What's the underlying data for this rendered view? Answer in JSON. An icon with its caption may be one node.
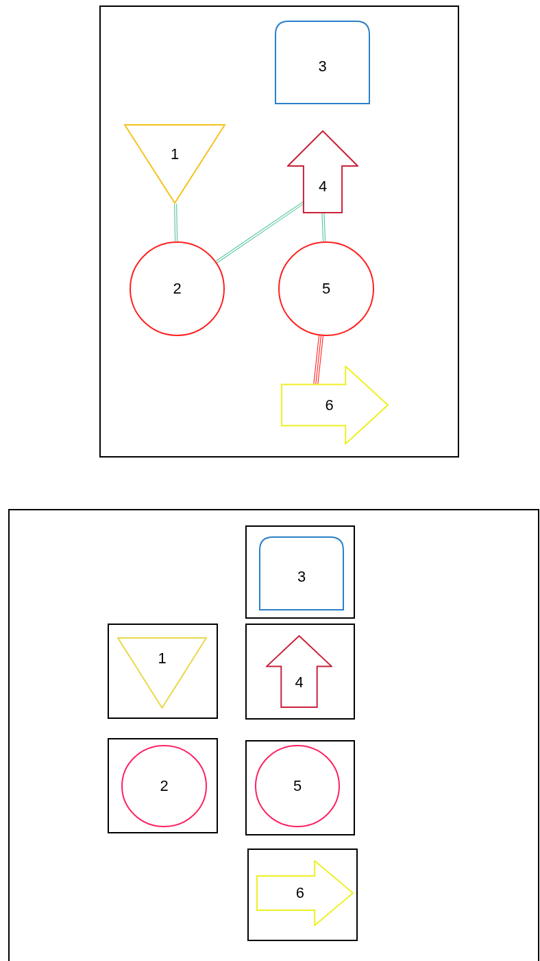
{
  "diagram": {
    "nodes": [
      {
        "text": [
          "3"
        ]
      },
      {
        "text": [
          "1"
        ]
      },
      {
        "text": [
          "4"
        ]
      },
      {
        "text": [
          "2"
        ]
      },
      {
        "text": [
          "5"
        ]
      },
      {
        "text": [
          "6"
        ]
      },
      {
        "text": [],
        "shape": "box"
      },
      {
        "text": [
          "3"
        ],
        "in": 6
      },
      {
        "text": [],
        "shape": "box"
      },
      {
        "text": [
          "1"
        ],
        "in": 8
      },
      {
        "text": [],
        "shape": "box"
      },
      {
        "text": [
          "4"
        ],
        "in": 10
      },
      {
        "text": [],
        "shape": "box"
      },
      {
        "text": [
          "2"
        ],
        "in": 12
      },
      {
        "text": [],
        "shape": "box"
      },
      {
        "text": [
          "5"
        ],
        "in": 14
      },
      {
        "text": [],
        "shape": "box"
      },
      {
        "text": [
          "6"
        ],
        "in": 16
      }
    ],
    "edges": [
      {
        "from": 1,
        "to": 3,
        "arrow": "none"
      },
      {
        "from": 3,
        "to": 2,
        "arrow": "none"
      },
      {
        "from": 2,
        "to": 4,
        "arrow": "none"
      },
      {
        "from": 4,
        "to": 5,
        "arrow": "none",
        "color": "#ff3333"
      }
    ]
  }
}
